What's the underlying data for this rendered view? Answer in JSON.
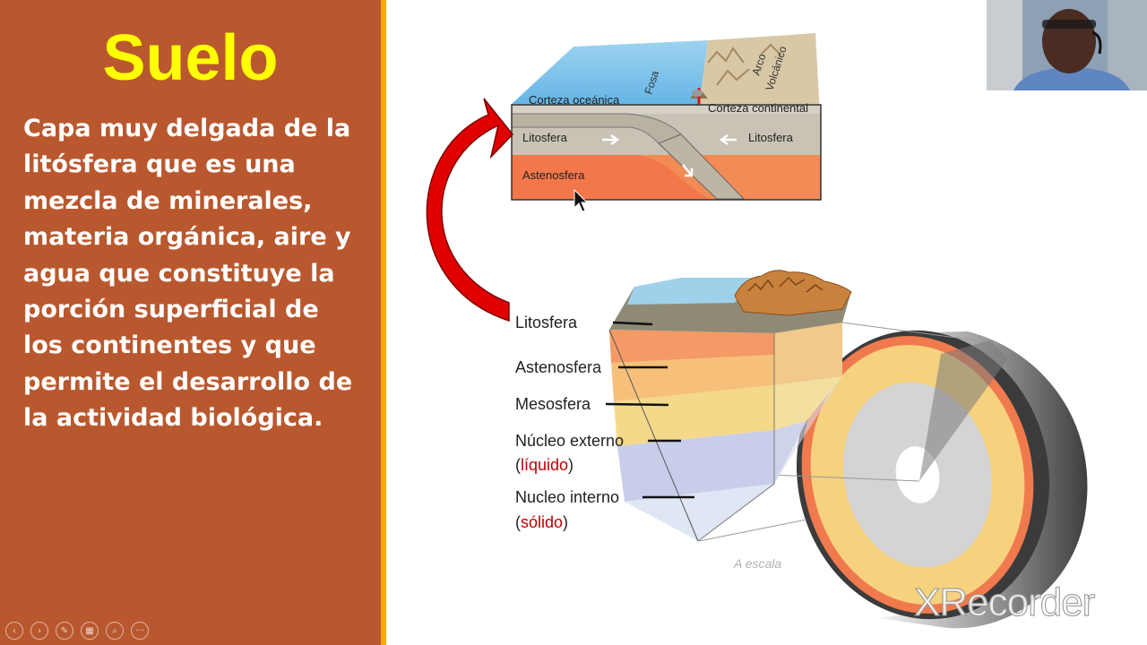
{
  "slide": {
    "title": "Suelo",
    "body_lines": [
      "Capa muy delgada de la",
      "litósfera que es una",
      "mezcla de minerales,",
      "materia orgánica, aire y",
      "agua que constituye  la",
      "porción superficial de",
      "los continentes y que",
      "permite el desarrollo de",
      "la actividad biológica."
    ]
  },
  "controls": {
    "prev": "‹",
    "next": "›",
    "pen": "✎",
    "slides": "▦",
    "zoom": "⌕",
    "more": "···"
  },
  "plate_diagram": {
    "fosa": "Fosa",
    "arco_line1": "Arco",
    "arco_line2": "Volcánico",
    "corteza_oceanica": "Corteza oceánica",
    "corteza_continental": "Corteza continental",
    "litosfera_left": "Litosfera",
    "litosfera_right": "Litosfera",
    "astenosfera": "Astenosfera"
  },
  "earth_layers": {
    "litosfera": "Litosfera",
    "astenosfera": "Astenosfera",
    "mesosfera": "Mesosfera",
    "nucleo_externo": "Núcleo externo",
    "liquido_open": "(",
    "liquido": "líquido",
    "liquido_close": ")",
    "nucleo_interno": "Nucleo interno",
    "solido_open": "(",
    "solido": "sólido",
    "solido_close": ")",
    "escala": "A escala"
  },
  "watermark": "XRecorder",
  "colors": {
    "panel": "#b9582e",
    "title": "#ffff00",
    "accent": "#f2a900",
    "arrow": "#e00000",
    "state_text": "#c00000"
  }
}
